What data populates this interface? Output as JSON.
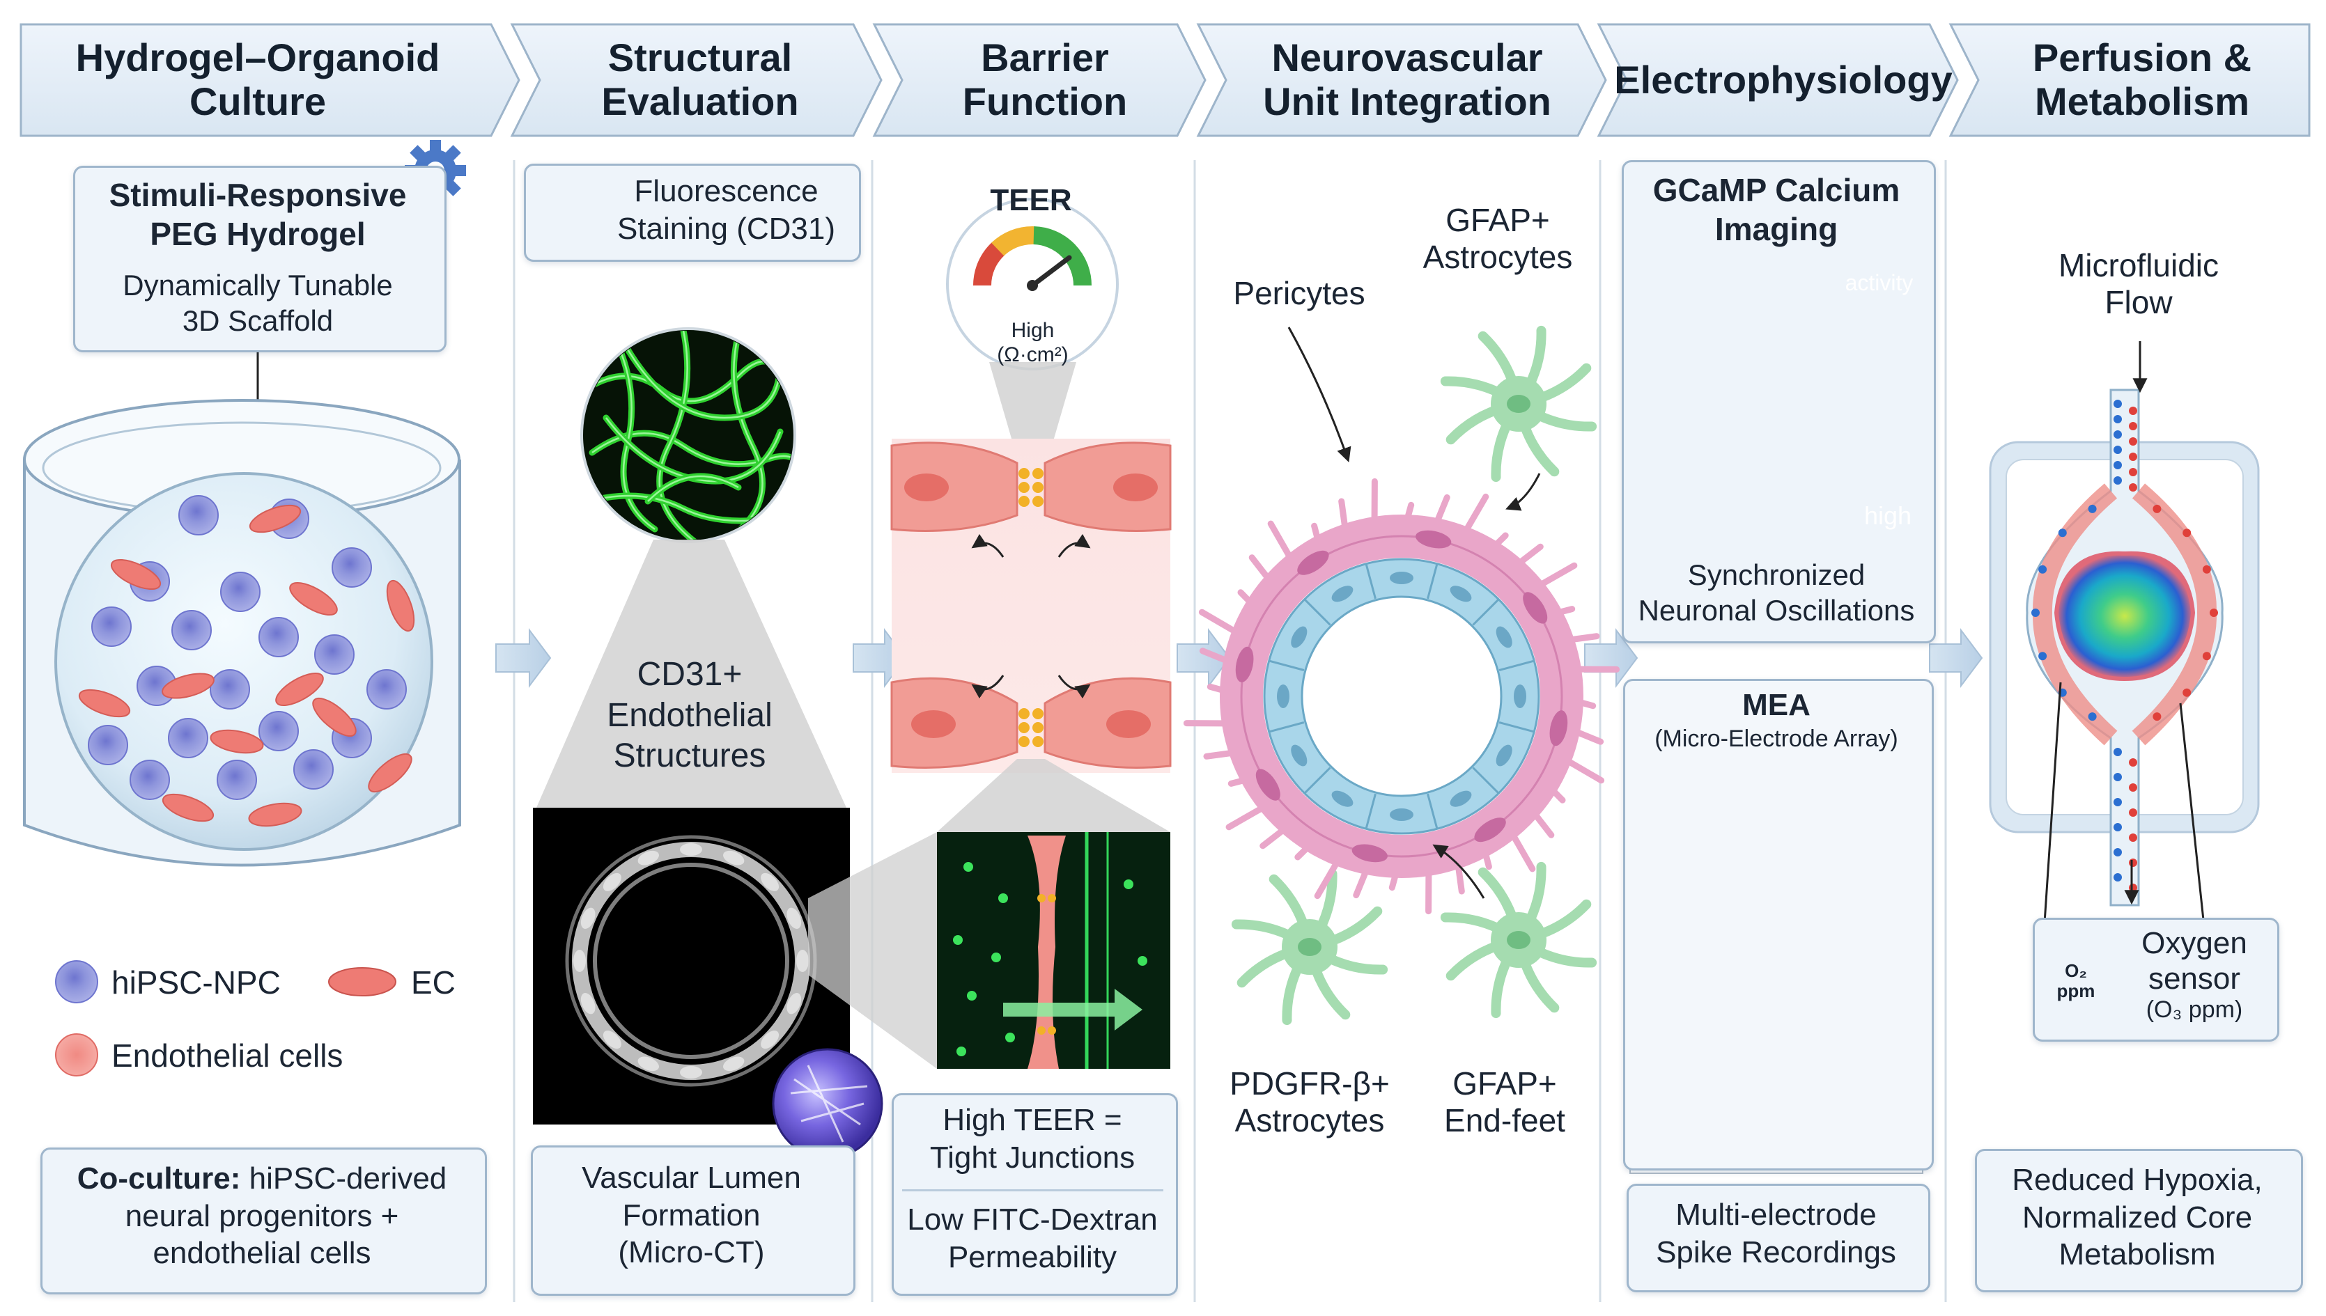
{
  "headers": [
    {
      "line1": "Hydrogel–Organoid",
      "line2": "Culture"
    },
    {
      "line1": "Structural",
      "line2": "Evaluation"
    },
    {
      "line1": "Barrier",
      "line2": "Function"
    },
    {
      "line1": "Neurovascular",
      "line2": "Unit Integration"
    },
    {
      "line1": "Electrophysiology",
      "line2": ""
    },
    {
      "line1": "Perfusion &",
      "line2": "Metabolism"
    }
  ],
  "culture": {
    "box_title_1": "Stimuli-Responsive",
    "box_title_2": "PEG Hydrogel",
    "box_sub_1": "Dynamically Tunable",
    "box_sub_2": "3D Scaffold",
    "legend_npc": "hiPSC-NPC",
    "legend_ec": "EC",
    "legend_endo": "Endothelial cells",
    "footer_bold": "Co-culture:",
    "footer_1": " hiPSC-derived",
    "footer_2": "neural progenitors +",
    "footer_3": "endothelial cells"
  },
  "structural": {
    "staining_1": "Fluorescence",
    "staining_2": "Staining (CD31)",
    "cd31_1": "CD31+",
    "cd31_2": "Endothelial",
    "cd31_3": "Structures",
    "footer_1": "Vascular Lumen",
    "footer_2": "Formation",
    "footer_3": "(Micro-CT)"
  },
  "barrier": {
    "teer_title": "TEER",
    "gauge_1": "High",
    "gauge_2": "(Ω·cm²)",
    "footer_a1": "High TEER =",
    "footer_a2": "Tight Junctions",
    "footer_b1": "Low FITC-Dextran",
    "footer_b2": "Permeability"
  },
  "nvu": {
    "pericytes": "Pericytes",
    "gfap_top_1": "GFAP+",
    "gfap_top_2": "Astrocytes",
    "pdgfr_1": "PDGFR-β+",
    "pdgfr_2": "Astrocytes",
    "gfap_bot_1": "GFAP+",
    "gfap_bot_2": "End-feet"
  },
  "ephys": {
    "gcamp_1": "GCaMP Calcium",
    "gcamp_2": "Imaging",
    "activity": "activity",
    "high": "high",
    "sync_1": "Synchronized",
    "sync_2": "Neuronal Oscillations",
    "mea_title": "MEA",
    "mea_sub": "(Micro-Electrode Array)",
    "footer_1": "Multi-electrode",
    "footer_2": "Spike Recordings"
  },
  "perfusion": {
    "flow_1": "Microfluidic",
    "flow_2": "Flow",
    "o2": "O₂",
    "ppm": "ppm",
    "sensor_1": "Oxygen",
    "sensor_2": "sensor",
    "sensor_3": "(O₃ ppm)",
    "footer_1": "Reduced Hypoxia,",
    "footer_2": "Normalized Core",
    "footer_3": "Metabolism"
  },
  "colors": {
    "header_fill": "#e4eef7",
    "box_fill": "#eef4fa",
    "npc": "#8d93d8",
    "ec": "#ee7b74",
    "vessel_green": "#2fd12f",
    "astrocyte": "#a5dcb0",
    "pericyte": "#e9a6c9",
    "endothelium": "#a9d6ea"
  },
  "icons": [
    "gear-icon",
    "microscope-icon",
    "crystal-ball-icon",
    "chevron-arrow-icon"
  ]
}
